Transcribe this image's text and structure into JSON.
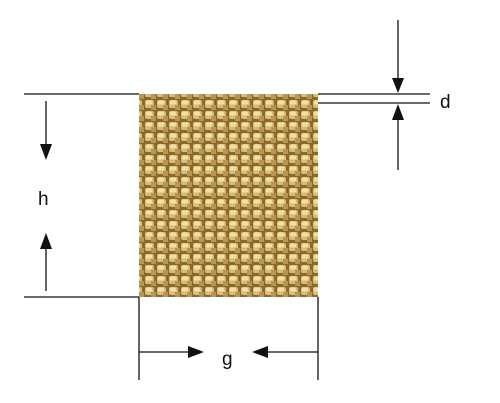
{
  "labels": {
    "height": "h",
    "gap": "g",
    "thickness": "d"
  },
  "colors": {
    "line": "#111111",
    "fabric_base": "#b8964f",
    "fabric_dark": "#8a6a2c",
    "fabric_light": "#f1dfa6",
    "fabric_mid": "#d8bd7a"
  }
}
